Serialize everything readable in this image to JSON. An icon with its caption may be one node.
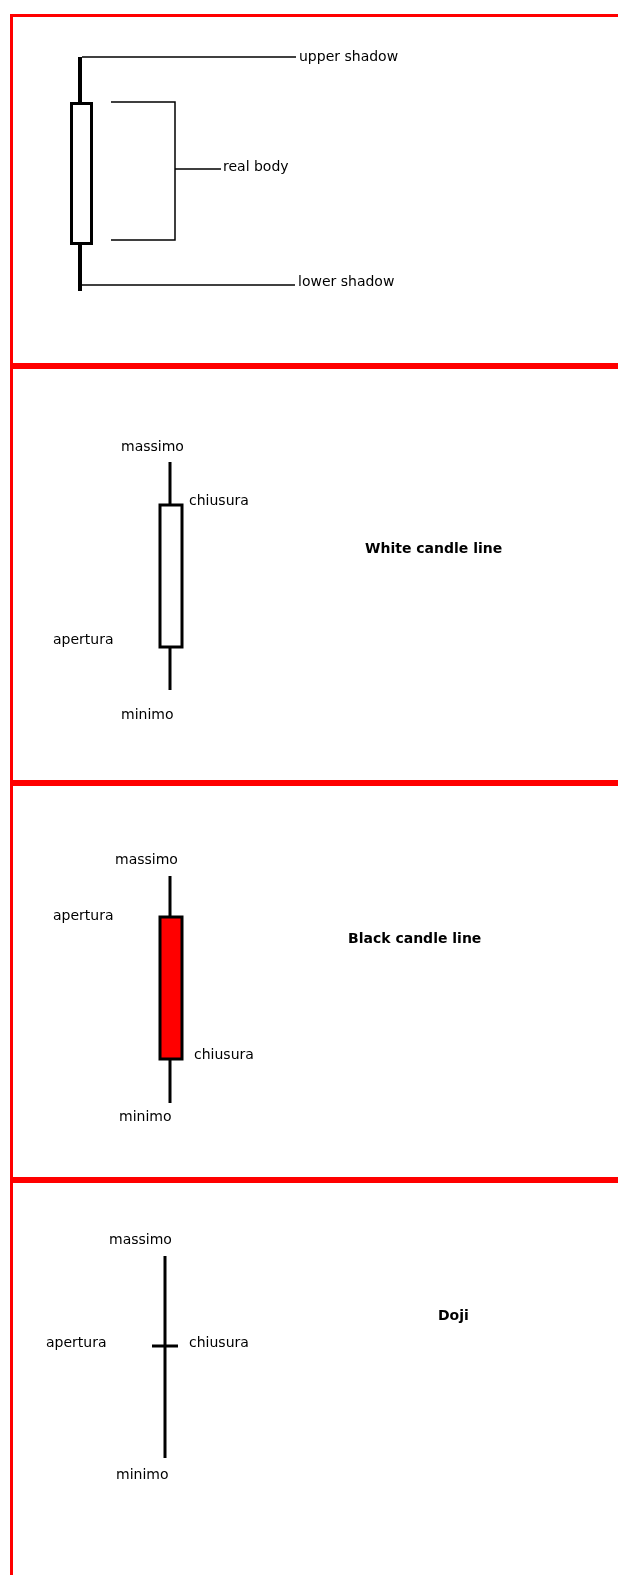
{
  "diagram": {
    "nodes": [
      {
        "text": [],
        "shape": "box"
      },
      {
        "text": [
          "upper shadow"
        ],
        "in": 0
      },
      {
        "text": [
          "real body"
        ],
        "in": 0
      },
      {
        "text": [
          "lower shadow"
        ],
        "in": 0
      },
      {
        "text": [],
        "shape": "bar",
        "in": 0
      },
      {
        "text": [],
        "shape": "box",
        "in": 0
      },
      {
        "text": [],
        "shape": "bar",
        "in": 0
      },
      {
        "text": [
          "White candle line"
        ]
      },
      {
        "text": [
          "Black candle line"
        ]
      },
      {
        "text": [
          "Doji"
        ]
      }
    ],
    "edges": [
      {
        "from": 1,
        "to": 4,
        "arrow": "none"
      },
      {
        "from": 2,
        "to": 5,
        "arrow": "none"
      },
      {
        "from": 3,
        "to": 6,
        "arrow": "none"
      }
    ],
    "labels": [
      "massimo",
      "chiusura",
      "apertura",
      "minimo",
      "massimo",
      "apertura",
      "chiusura",
      "minimo",
      "massimo",
      "apertura",
      "chiusura",
      "minimo"
    ]
  }
}
